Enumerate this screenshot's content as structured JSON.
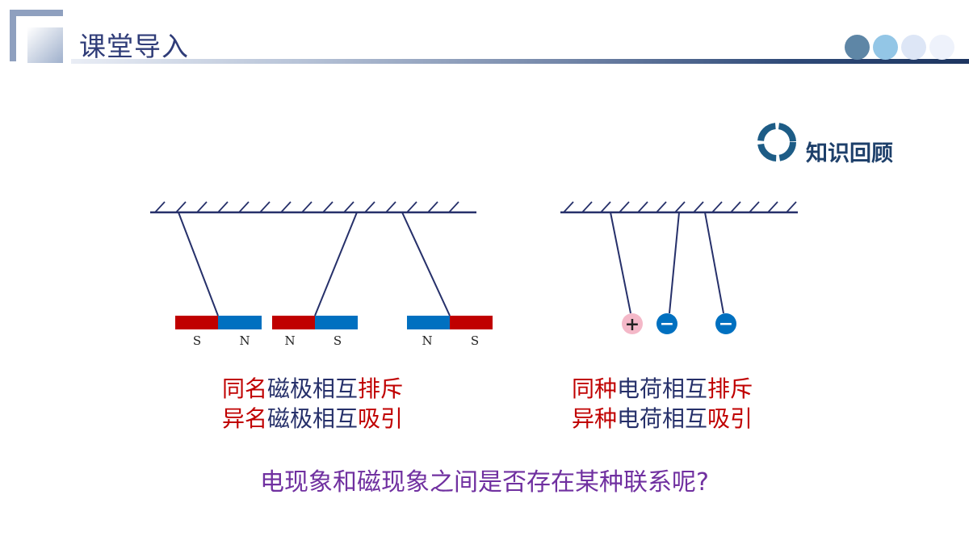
{
  "header": {
    "title": "课堂导入",
    "dot_colors": [
      "#5e86a6",
      "#93c6e6",
      "#dde6f6",
      "#eef2fb"
    ]
  },
  "knowledge_review": {
    "label": "知识回顾"
  },
  "magnets": {
    "pole_labels": [
      "S",
      "N",
      "N",
      "S",
      "N",
      "S"
    ],
    "colors": {
      "red": "#c00000",
      "blue": "#0070c0"
    }
  },
  "charges": {
    "signs": [
      "+",
      "−",
      "−"
    ]
  },
  "magnet_text": {
    "line1": {
      "a": "同名",
      "b": "磁极相互",
      "c": "排斥"
    },
    "line2": {
      "a": "异名",
      "b": "磁极相互",
      "c": "吸引"
    }
  },
  "charge_text": {
    "line1": {
      "a": "同种",
      "b": "电荷相互",
      "c": "排斥"
    },
    "line2": {
      "a": "异种",
      "b": "电荷相互",
      "c": "吸引"
    }
  },
  "question": "电现象和磁现象之间是否存在某种联系呢?"
}
